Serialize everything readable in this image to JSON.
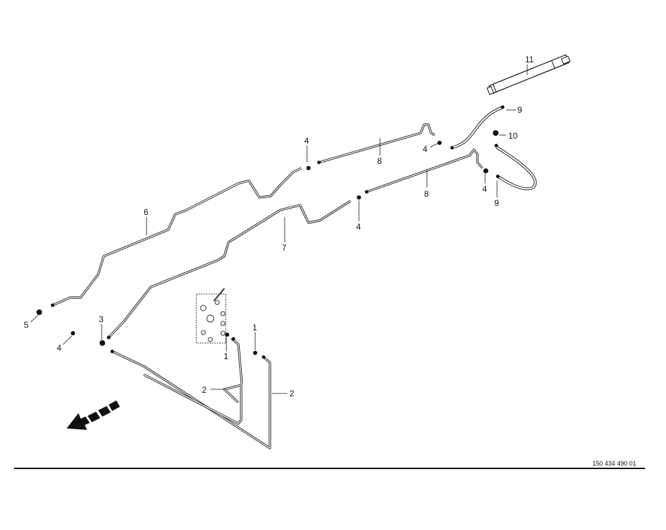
{
  "drawing_number": "150 434 490 01",
  "callouts": [
    "11",
    "9",
    "10",
    "4",
    "8",
    "4",
    "8",
    "4",
    "9",
    "6",
    "4",
    "7",
    "5",
    "3",
    "4",
    "1",
    "1",
    "2",
    "2"
  ],
  "colors": {
    "line": "#111111",
    "background": "#ffffff"
  }
}
